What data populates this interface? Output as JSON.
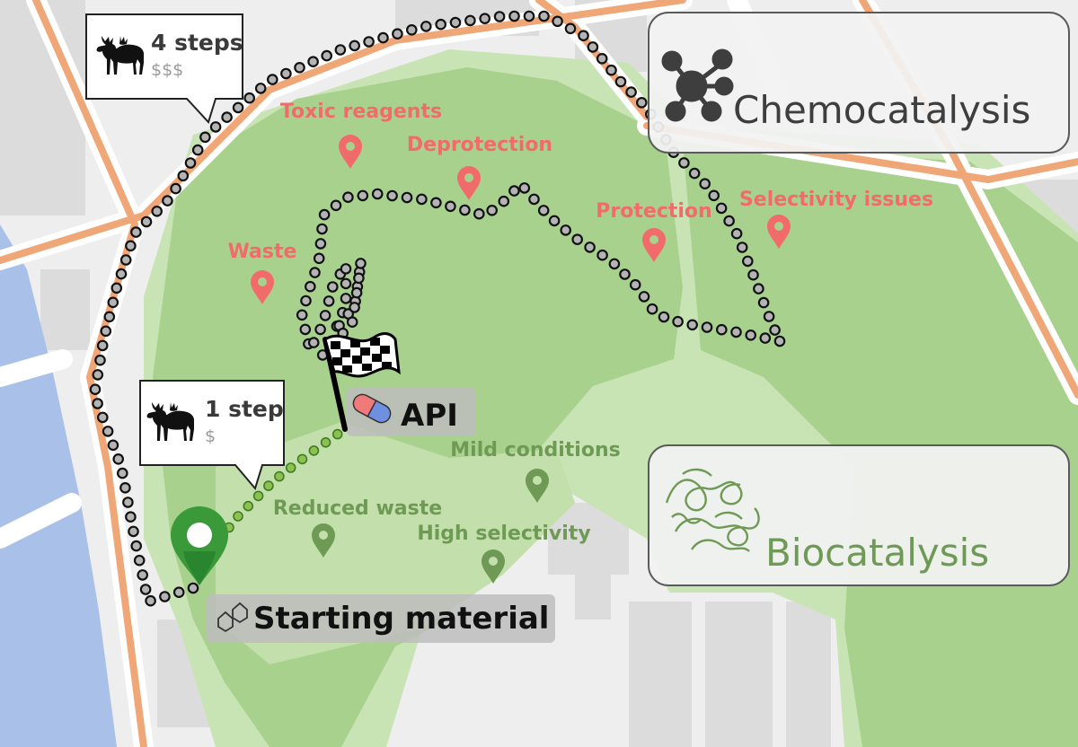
{
  "colors": {
    "park": "#a9d18e",
    "park_light": "#c9e4b4",
    "road": "#f0a777",
    "road_casing": "#ffffff",
    "block": "#dcdcdc",
    "river": "#a9c0e8",
    "chemo_accent": "#f26b6b",
    "bio_accent": "#6f9a55",
    "bio_route": "#8cc152"
  },
  "callouts": {
    "chemo": {
      "steps": "4 steps",
      "cost": "$$$",
      "icon": "moose-icon"
    },
    "bio": {
      "steps": "1 step",
      "cost": "$",
      "icon": "moose-icon"
    }
  },
  "legend": {
    "chemo": {
      "title": "Chemocatalysis",
      "icon": "molecule-network-icon"
    },
    "bio": {
      "title": "Biocatalysis",
      "icon": "protein-structure-icon"
    }
  },
  "endpoints": {
    "target": {
      "label": "API",
      "icon": "pill-capsule-icon",
      "flag_icon": "checkered-flag-icon"
    },
    "start": {
      "label": "Starting material",
      "icon": "hexagon-molecule-icon",
      "pin_icon": "map-pin-icon"
    }
  },
  "chemo_issues": [
    {
      "label": "Toxic reagents"
    },
    {
      "label": "Deprotection"
    },
    {
      "label": "Waste"
    },
    {
      "label": "Protection"
    },
    {
      "label": "Selectivity issues"
    }
  ],
  "bio_benefits": [
    {
      "label": "Mild conditions"
    },
    {
      "label": "Reduced waste"
    },
    {
      "label": "High selectivity"
    }
  ]
}
